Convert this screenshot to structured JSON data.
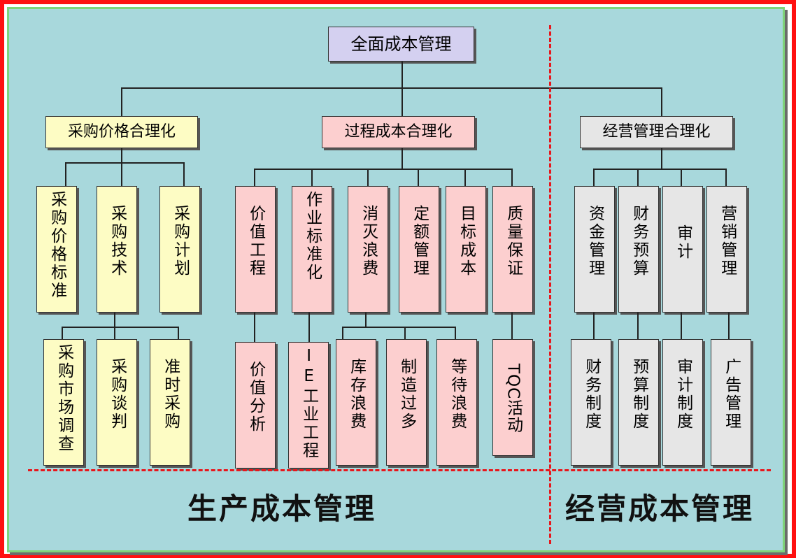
{
  "root": "全面成本管理",
  "level1": {
    "purchase": "采购价格合理化",
    "process": "过程成本合理化",
    "operation": "经营管理合理化"
  },
  "purchase": {
    "row1": [
      "采购价格标准",
      "采购技术",
      "采购计划"
    ],
    "row2": [
      "采购市场调查",
      "采购谈判",
      "准时采购"
    ]
  },
  "process": {
    "row1": [
      "价值工程",
      "作业标准化",
      "消灭浪费",
      "定额管理",
      "目标成本",
      "质量保证"
    ],
    "row2": [
      "价值分析",
      "IE工业工程",
      "库存浪费",
      "制造过多",
      "等待浪费",
      "TQC活动"
    ]
  },
  "operation": {
    "row1": [
      "资金管理",
      "财务预算",
      "审计",
      "营销管理"
    ],
    "row2": [
      "财务制度",
      "预算制度",
      "审计制度",
      "广告管理"
    ]
  },
  "footer": {
    "production": "生产成本管理",
    "operation": "经营成本管理"
  }
}
